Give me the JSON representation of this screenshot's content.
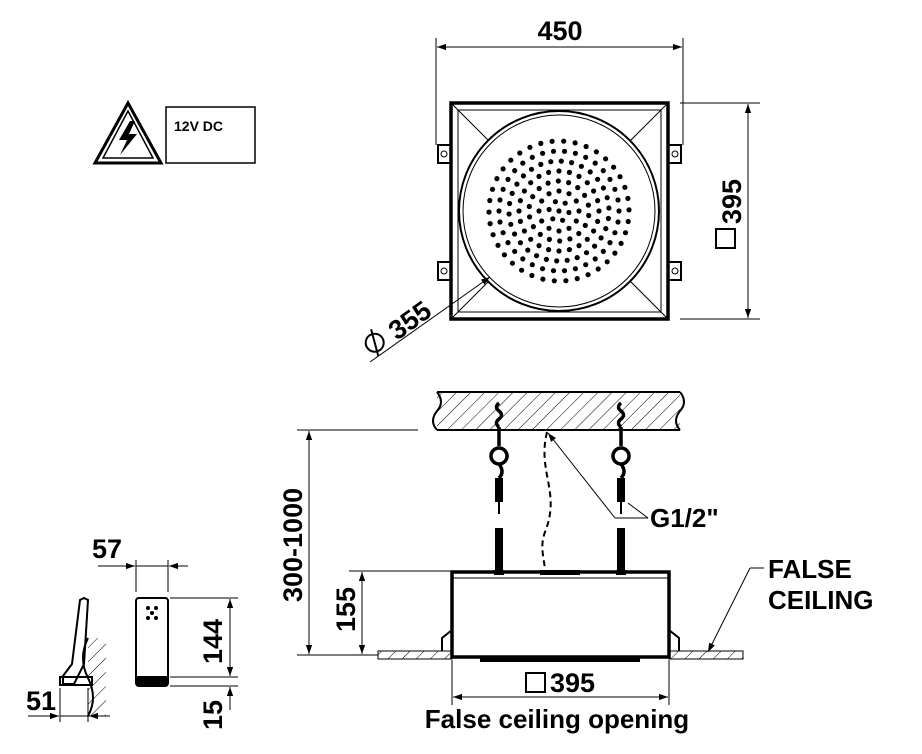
{
  "voltage_label": "12V DC",
  "top_view": {
    "width": "450",
    "height": "395",
    "diameter": "355"
  },
  "side_view": {
    "suspension_length": "300-1000",
    "body_height": "155",
    "connection": "G1/2\"",
    "ceiling_label_line1": "FALSE",
    "ceiling_label_line2": "CEILING",
    "opening_size": "395",
    "opening_label": "False ceiling opening"
  },
  "control_unit": {
    "width": "57",
    "height": "144",
    "base_height": "15",
    "depth": "51"
  }
}
